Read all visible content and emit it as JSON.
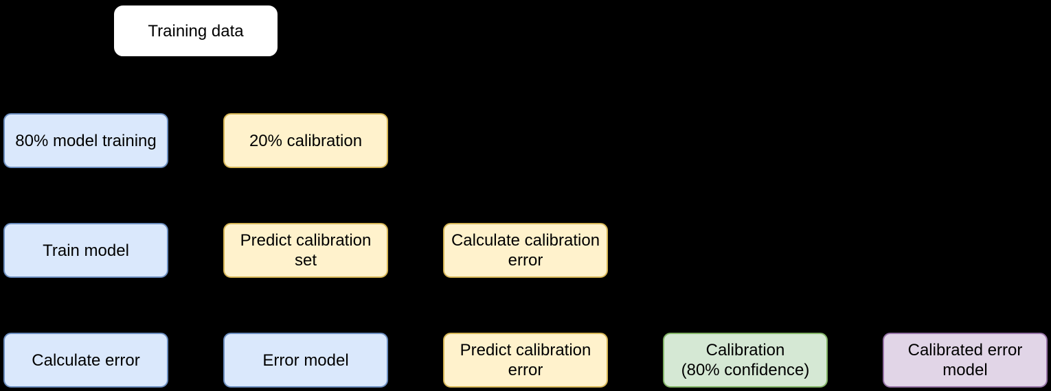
{
  "canvas": {
    "background": "#000000"
  },
  "palette": {
    "white": {
      "fill": "#ffffff",
      "border": "#ffffff"
    },
    "blue": {
      "fill": "#dae8fc",
      "border": "#6c8ebf"
    },
    "yellow": {
      "fill": "#fff2cc",
      "border": "#d6b656"
    },
    "green": {
      "fill": "#d5e8d4",
      "border": "#82b366"
    },
    "purple": {
      "fill": "#e1d5e7",
      "border": "#9673a6"
    }
  },
  "text_color": "#000000",
  "nodes": [
    {
      "id": "training-data",
      "label": "Training data",
      "color": "white"
    },
    {
      "id": "model-training-80",
      "label": "80% model training",
      "color": "blue"
    },
    {
      "id": "calibration-20",
      "label": "20% calibration",
      "color": "yellow"
    },
    {
      "id": "train-model",
      "label": "Train model",
      "color": "blue"
    },
    {
      "id": "predict-calibration-set",
      "label": "Predict calibration set",
      "color": "yellow"
    },
    {
      "id": "calculate-calibration-error",
      "label": "Calculate calibration\nerror",
      "color": "yellow"
    },
    {
      "id": "calculate-error",
      "label": "Calculate error",
      "color": "blue"
    },
    {
      "id": "error-model",
      "label": "Error model",
      "color": "blue"
    },
    {
      "id": "predict-calibration-error",
      "label": "Predict calibration\nerror",
      "color": "yellow"
    },
    {
      "id": "calibration-80-confidence",
      "label": "Calibration\n(80% confidence)",
      "color": "green"
    },
    {
      "id": "calibrated-error-model",
      "label": "Calibrated error\nmodel",
      "color": "purple"
    }
  ]
}
